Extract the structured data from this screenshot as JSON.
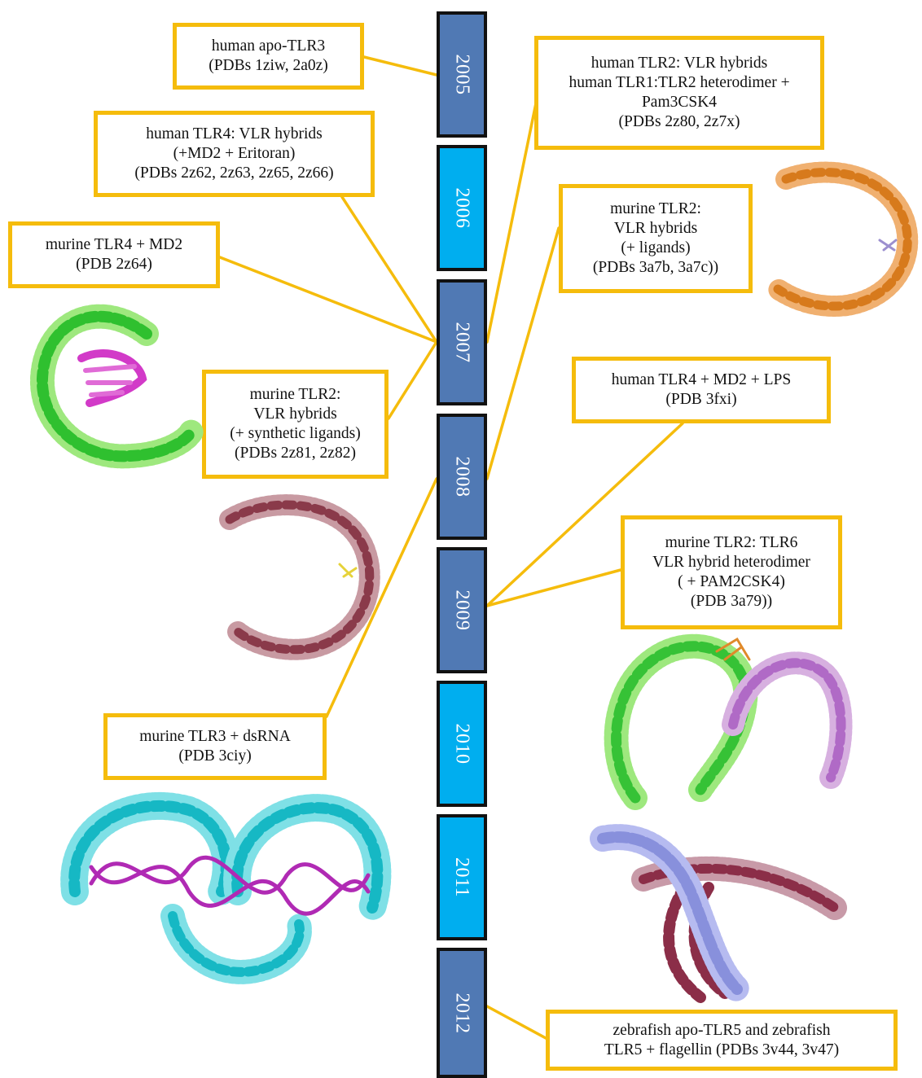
{
  "colors": {
    "box_border": "#f5bc0c",
    "year_dark": "#5079b4",
    "year_light": "#00aeef",
    "year_outline": "#111111"
  },
  "timeline": [
    {
      "year": "2005",
      "color": "#5079b4"
    },
    {
      "year": "2006",
      "color": "#00aeef"
    },
    {
      "year": "2007",
      "color": "#5079b4"
    },
    {
      "year": "2008",
      "color": "#5079b4"
    },
    {
      "year": "2009",
      "color": "#5079b4"
    },
    {
      "year": "2010",
      "color": "#00aeef"
    },
    {
      "year": "2011",
      "color": "#00aeef"
    },
    {
      "year": "2012",
      "color": "#5079b4"
    }
  ],
  "boxes": {
    "b1": {
      "lines": [
        "human apo-TLR3",
        "(PDBs 1ziw, 2a0z)"
      ]
    },
    "b2": {
      "lines": [
        "human TLR4: VLR hybrids",
        "(+MD2 + Eritoran)",
        "(PDBs 2z62, 2z63, 2z65, 2z66)"
      ]
    },
    "b3": {
      "lines": [
        "murine TLR4 + MD2",
        "(PDB 2z64)"
      ]
    },
    "b4": {
      "lines": [
        "murine TLR2:",
        "VLR hybrids",
        "(+ synthetic ligands)",
        "(PDBs 2z81, 2z82)"
      ]
    },
    "b5": {
      "lines": [
        "murine TLR3 + dsRNA",
        "(PDB 3ciy)"
      ]
    },
    "b6": {
      "lines": [
        "human TLR2: VLR hybrids",
        "human TLR1:TLR2 heterodimer +",
        "Pam3CSK4",
        "(PDBs 2z80, 2z7x)"
      ]
    },
    "b7": {
      "lines": [
        "murine TLR2:",
        "VLR hybrids",
        "(+ ligands)",
        "(PDBs 3a7b, 3a7c))"
      ]
    },
    "b8": {
      "lines": [
        "human TLR4 + MD2 + LPS",
        "(PDB 3fxi)"
      ]
    },
    "b9": {
      "lines": [
        "murine TLR2: TLR6",
        "VLR hybrid heterodimer",
        "( + PAM2CSK4)",
        "(PDB 3a79))"
      ]
    },
    "b10": {
      "lines": [
        "zebrafish apo-TLR5 and zebrafish",
        "TLR5 + flagellin (PDBs 3v44, 3v47)"
      ]
    }
  },
  "structures": [
    {
      "name": "green-magenta-structure",
      "colors": [
        "#2fc02f",
        "#9ee87e",
        "#d23ac8"
      ]
    },
    {
      "name": "maroon-structure",
      "colors": [
        "#8a3a4a",
        "#c89aa2",
        "#e6d23a"
      ]
    },
    {
      "name": "cyan-dsrna-structure",
      "colors": [
        "#16b8c4",
        "#7fe0e6",
        "#b02ab4"
      ]
    },
    {
      "name": "orange-structure",
      "colors": [
        "#d77a1c",
        "#f0b070",
        "#9c8fcf"
      ]
    },
    {
      "name": "green-purple-structure",
      "colors": [
        "#36c236",
        "#b06ac6",
        "#e08a2a"
      ]
    },
    {
      "name": "maroon-lavender-structure",
      "colors": [
        "#8b2e48",
        "#8890dc",
        "#c89aa8"
      ]
    }
  ]
}
